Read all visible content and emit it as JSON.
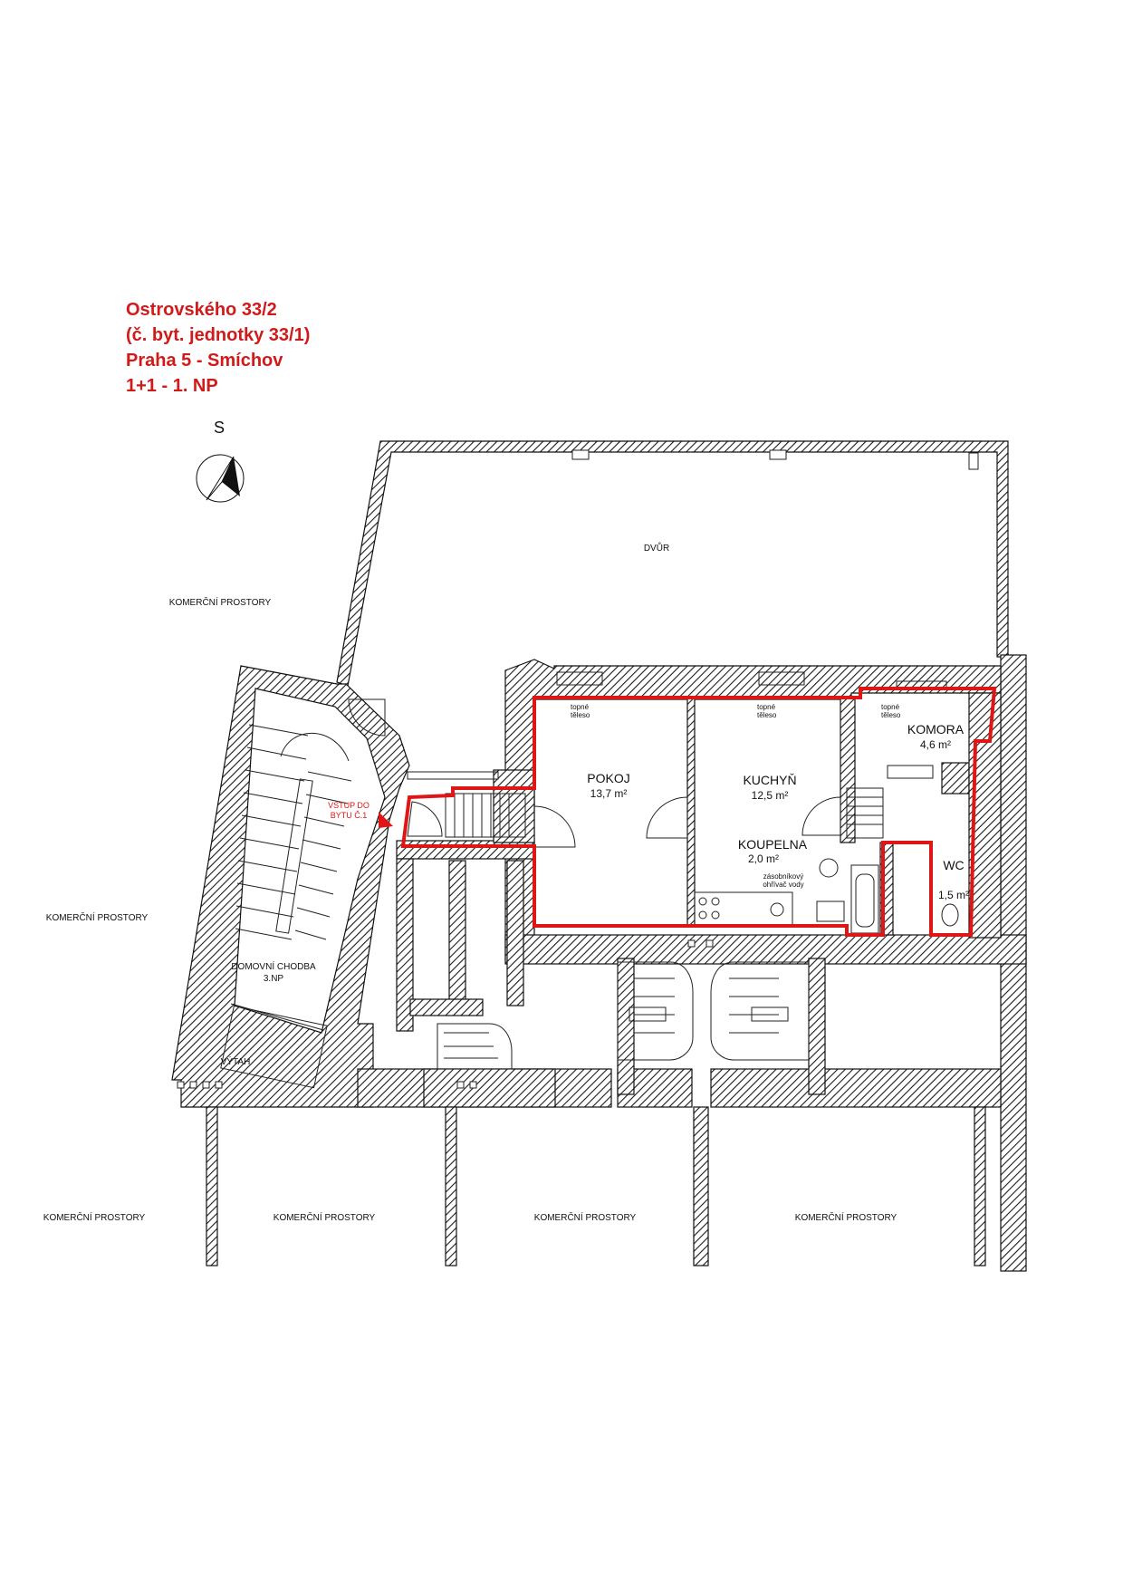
{
  "header": {
    "line1": "Ostrovského 33/2",
    "line2": "(č. byt. jednotky 33/1)",
    "line3": "Praha 5 - Smíchov",
    "line4": "1+1 - 1. NP"
  },
  "compass": {
    "label": "S"
  },
  "areas": {
    "courtyard": "DVŮR",
    "commercial_top_left": "KOMERČNÍ PROSTORY",
    "commercial_mid_left": "KOMERČNÍ PROSTORY",
    "commercial_bottom_1": "KOMERČNÍ PROSTORY",
    "commercial_bottom_2": "KOMERČNÍ PROSTORY",
    "commercial_bottom_3": "KOMERČNÍ PROSTORY",
    "commercial_bottom_4": "KOMERČNÍ PROSTORY",
    "corridor_name": "DOMOVNÍ CHODBA",
    "corridor_floor": "3.NP",
    "lift": "VÝTAH"
  },
  "entrance": {
    "line1": "VSTUP DO",
    "line2": "BYTU Č.1"
  },
  "rooms": {
    "pokoj": {
      "name": "POKOJ",
      "area": "13,7 m²"
    },
    "kuchyn": {
      "name": "KUCHYŇ",
      "area": "12,5 m²"
    },
    "koupelna": {
      "name": "KOUPELNA",
      "area": "2,0 m²"
    },
    "komora": {
      "name": "KOMORA",
      "area": "4,6 m²"
    },
    "wc": {
      "name": "WC",
      "area": "1,5 m²"
    }
  },
  "heaters": {
    "h1_l1": "topné",
    "h1_l2": "těleso",
    "h2_l1": "topné",
    "h2_l2": "těleso",
    "h3_l1": "topné",
    "h3_l2": "těleso"
  },
  "boiler": {
    "line1": "zásobníkový",
    "line2": "ohřívač vody"
  },
  "colors": {
    "accent_red": "#e01515",
    "wall_hatch": "#1a1a1a"
  }
}
